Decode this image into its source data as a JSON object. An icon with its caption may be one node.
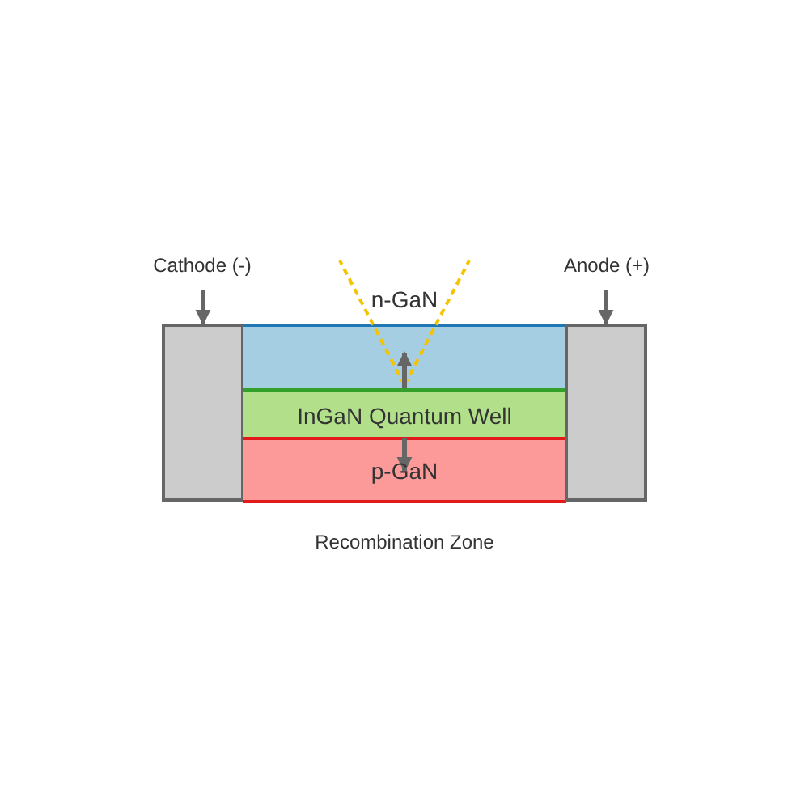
{
  "diagram": {
    "nodes": [
      {
        "text": [
          "Cathode (-)"
        ]
      },
      {
        "text": [],
        "shape": "box"
      },
      {
        "text": [
          "n-GaN"
        ]
      },
      {
        "text": [
          "InGaN Quantum Well"
        ]
      },
      {
        "text": [
          "p-GaN"
        ]
      },
      {
        "text": [],
        "shape": "box"
      },
      {
        "text": [
          "Anode (+)"
        ]
      }
    ],
    "edges": [
      {
        "from": 0,
        "to": 1,
        "arrow": "to"
      },
      {
        "from": 6,
        "to": 5,
        "arrow": "to"
      },
      {
        "from": 3,
        "to": 2,
        "arrow": "to"
      },
      {
        "from": 3,
        "to": 4,
        "arrow": "to"
      }
    ],
    "labels": [
      "Recombination Zone"
    ]
  }
}
